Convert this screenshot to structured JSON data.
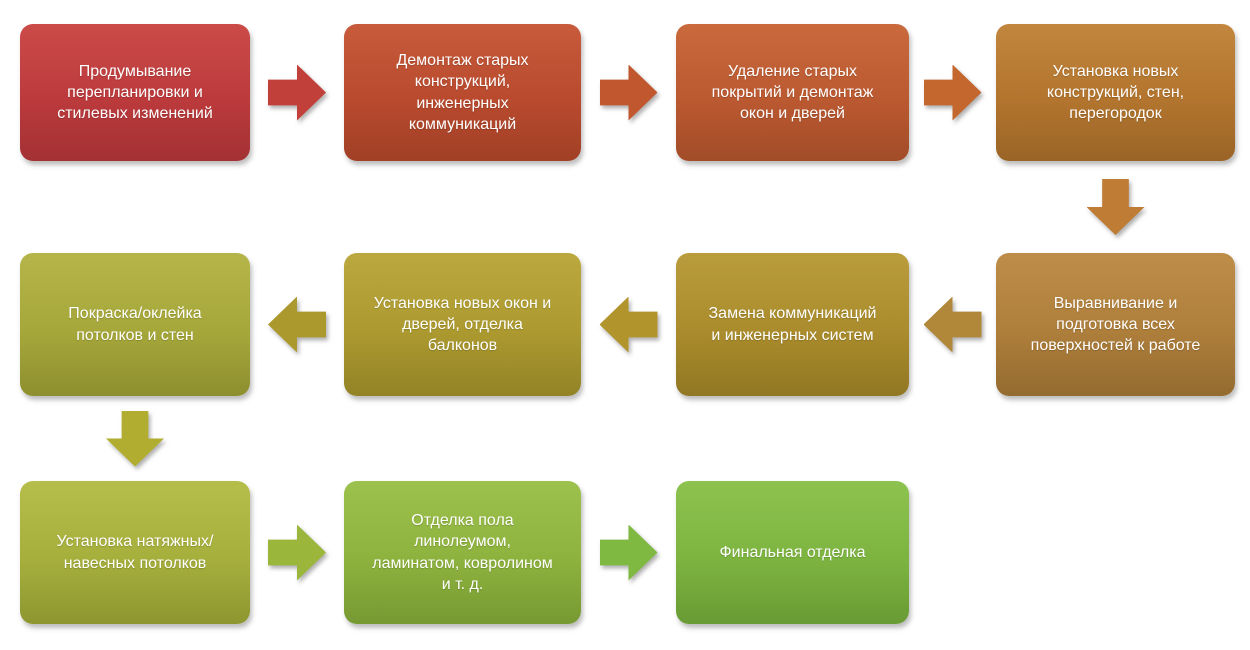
{
  "diagram": {
    "type": "process-flowchart",
    "language": "ru",
    "background": "#ffffff",
    "text_color": "#ffffff",
    "boxes": [
      {
        "label": "Продумывание перепланировки и стилевых изменений",
        "row": 1,
        "col": 1,
        "color_top": "#cb4b49",
        "color": "#bc3a3c",
        "color_bottom": "#a33134"
      },
      {
        "label": "Демонтаж старых конструкций, инженерных коммуникаций",
        "row": 1,
        "col": 2,
        "color_top": "#c75b3b",
        "color": "#b94a2e",
        "color_bottom": "#a04026"
      },
      {
        "label": "Удаление старых покрытий и демонтаж окон и дверей",
        "row": 1,
        "col": 3,
        "color_top": "#c96a3c",
        "color": "#bb5931",
        "color_bottom": "#a24c28"
      },
      {
        "label": "Установка новых конструкций, стен, перегородок",
        "row": 1,
        "col": 4,
        "color_top": "#c2863e",
        "color": "#b3752e",
        "color_bottom": "#9a6427"
      },
      {
        "label": "Выравнивание и подготовка всех поверхностей к работе",
        "row": 2,
        "col": 4,
        "color_top": "#bd8d49",
        "color": "#ae7e3b",
        "color_bottom": "#946b30"
      },
      {
        "label": "Замена коммуникаций и инженерных систем",
        "row": 2,
        "col": 3,
        "color_top": "#b99c3b",
        "color": "#aa8c2c",
        "color_bottom": "#917723"
      },
      {
        "label": "Установка новых окон и дверей, отделка балконов",
        "row": 2,
        "col": 2,
        "color_top": "#bba93f",
        "color": "#ac9a30",
        "color_bottom": "#928326"
      },
      {
        "label": "Покраска/оклейка потолков и стен",
        "row": 2,
        "col": 1,
        "color_top": "#b5b54a",
        "color": "#a6a73a",
        "color_bottom": "#8d8f2f"
      },
      {
        "label": "Установка натяжных/навесных потолков",
        "row": 3,
        "col": 1,
        "color_top": "#b5bd4b",
        "color": "#a6af3c",
        "color_bottom": "#8d9630"
      },
      {
        "label": "Отделка пола линолеумом, ламинатом, ковролином и т. д.",
        "row": 3,
        "col": 2,
        "color_top": "#9dc14d",
        "color": "#8eb23e",
        "color_bottom": "#779932"
      },
      {
        "label": "Финальная отделка",
        "row": 3,
        "col": 3,
        "color_top": "#8dc24f",
        "color": "#7db440",
        "color_bottom": "#689b34"
      }
    ],
    "arrows": [
      {
        "from": 0,
        "to": 1,
        "dir": "right",
        "color": "#c2403a"
      },
      {
        "from": 1,
        "to": 2,
        "dir": "right",
        "color": "#c1572f"
      },
      {
        "from": 2,
        "to": 3,
        "dir": "right",
        "color": "#c3672f"
      },
      {
        "from": 3,
        "to": 4,
        "dir": "down",
        "color": "#bf7c35"
      },
      {
        "from": 4,
        "to": 5,
        "dir": "left",
        "color": "#b1873a"
      },
      {
        "from": 5,
        "to": 6,
        "dir": "left",
        "color": "#b2942d"
      },
      {
        "from": 6,
        "to": 7,
        "dir": "left",
        "color": "#ab992e"
      },
      {
        "from": 7,
        "to": 8,
        "dir": "down",
        "color": "#b1ad30"
      },
      {
        "from": 8,
        "to": 9,
        "dir": "right",
        "color": "#9ab73c"
      },
      {
        "from": 9,
        "to": 10,
        "dir": "right",
        "color": "#7fb941"
      }
    ]
  }
}
